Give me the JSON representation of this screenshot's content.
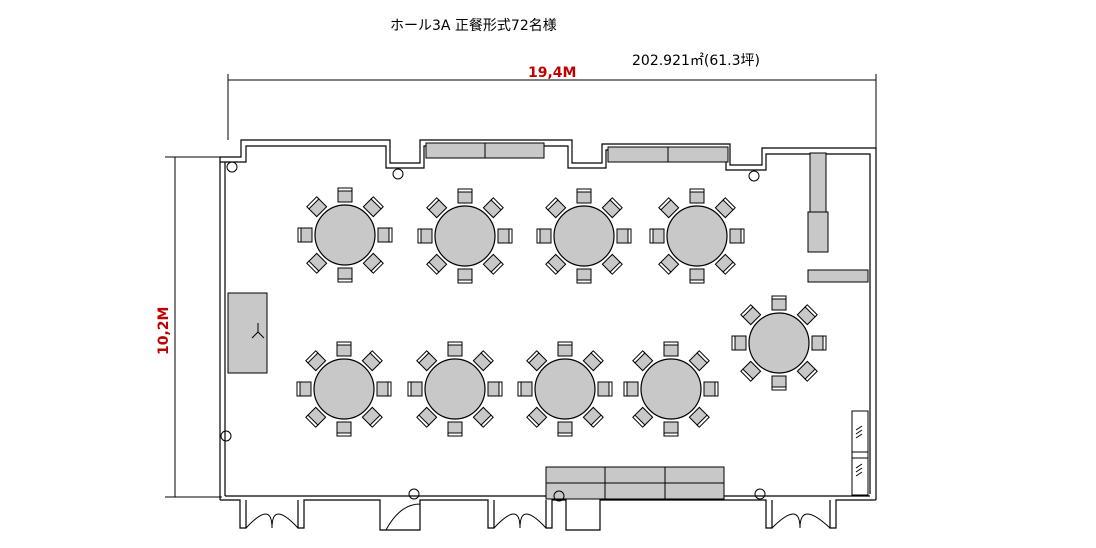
{
  "title": "ホール3A 正餐形式72名様",
  "area": "202.921㎡(61.3坪)",
  "width_dimension": "19,4M",
  "height_dimension": "10,2M",
  "colors": {
    "dimension_text": "#c00000",
    "furniture_fill": "#c8c8c8",
    "line": "#000000"
  },
  "tables": {
    "count": 9,
    "chairs_per_table": 8
  }
}
